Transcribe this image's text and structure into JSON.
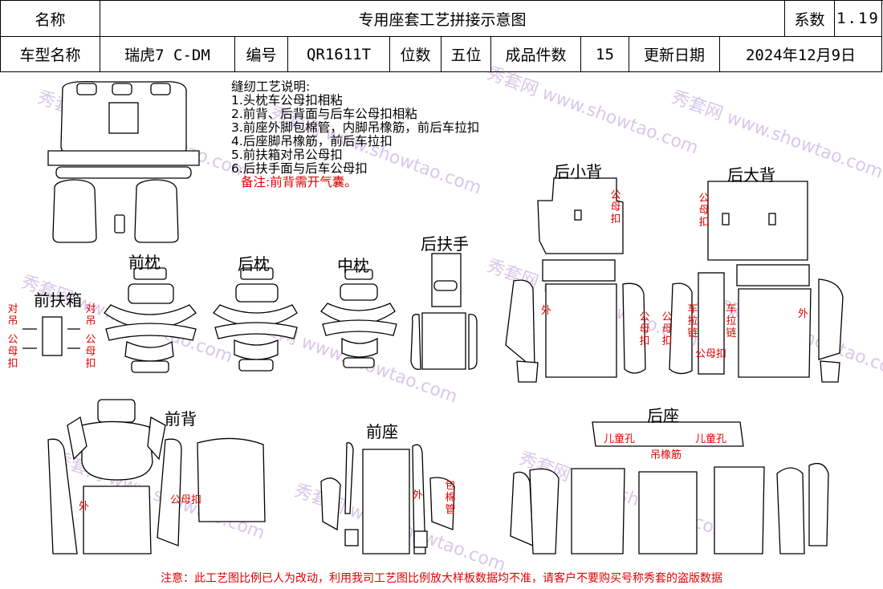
{
  "header": {
    "name_label": "名称",
    "title": "专用座套工艺拼接示意图",
    "coef_label": "系数",
    "coef_value": "1.19",
    "model_label": "车型名称",
    "model_value": "瑞虎7 C-DM",
    "code_label": "编号",
    "code_value": "QR1611T",
    "seats_label": "位数",
    "seats_value": "五位",
    "pieces_label": "成品件数",
    "pieces_value": "15",
    "date_label": "更新日期",
    "date_value": "2024年12月9日"
  },
  "notes": {
    "title": "缝纫工艺说明:",
    "items": [
      "1.头枕车公母扣相粘",
      "2.前背、后背面与后车公母扣相粘",
      "3.前座外脚包棉管，内脚吊橡筋，前后车拉扣",
      "4.后座脚吊橡筋，前后车拉扣",
      "5.前扶箱对吊公母扣",
      "6.后扶手面与后车公母扣"
    ],
    "remark": "备注:前背需开气囊。"
  },
  "parts": {
    "front_headrest": "前枕",
    "rear_headrest": "后枕",
    "mid_headrest": "中枕",
    "front_armbox": "前扶箱",
    "rear_armrest": "后扶手",
    "rear_small_back": "后小背",
    "rear_big_back": "后大背",
    "front_back": "前背",
    "front_seat": "前座",
    "rear_seat": "后座"
  },
  "red_labels": {
    "dui_diao": "对吊",
    "gong_mu_kou": "公母扣",
    "outer": "外",
    "zipper": "车拉链",
    "child_hole": "儿童孔",
    "hang_rubber": "吊橡筋",
    "cotton_tube": "包棉管"
  },
  "watermark": "秀套网 www.showtao.com",
  "footer": "注意：此工艺图比例已人为改动，利用我司工艺图比例放大样板数据均不准，请客户不要购买号称秀套的盗版数据",
  "colors": {
    "red": "#e00000",
    "watermark": "#d9c7ea"
  }
}
